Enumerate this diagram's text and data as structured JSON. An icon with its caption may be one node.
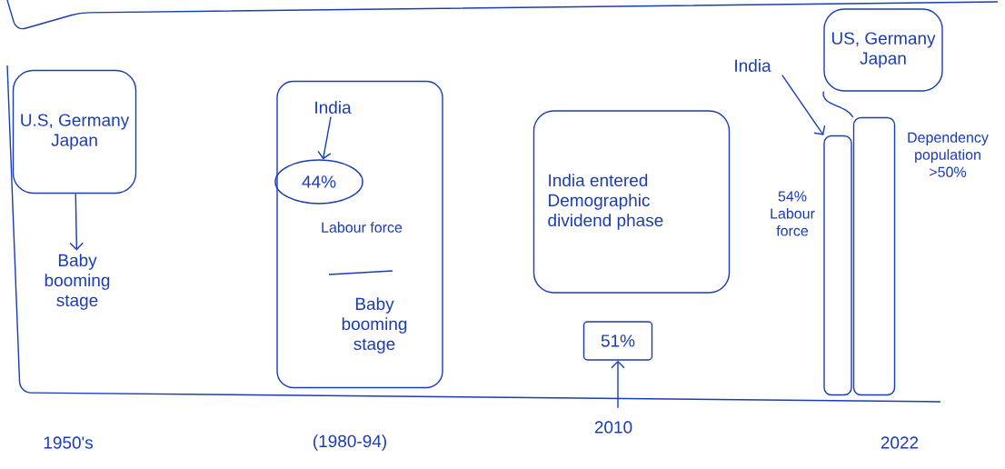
{
  "diagram": {
    "nodes": [
      {
        "text": [
          "U.S, Germany Japan"
        ]
      },
      {
        "text": [
          "Baby booming stage"
        ]
      },
      {
        "text": [],
        "shape": "box"
      },
      {
        "text": [
          "India"
        ],
        "in": 2
      },
      {
        "text": [
          "44%"
        ],
        "in": 2,
        "beside": [
          "Labour force"
        ]
      },
      {
        "text": [
          "India entered Demographic dividend phase"
        ]
      },
      {
        "text": [
          "51%"
        ]
      },
      {
        "text": [
          "India"
        ]
      },
      {
        "text": [],
        "shape": "bar",
        "beside": [
          "54% Labour force"
        ]
      },
      {
        "text": [
          "US, Germany Japan"
        ]
      },
      {
        "text": [],
        "shape": "bar",
        "beside": [
          "Dependency population >50%"
        ]
      }
    ],
    "edges": [
      {
        "from": 0,
        "to": 1,
        "arrow": "to"
      },
      {
        "from": 3,
        "to": 4,
        "arrow": "to"
      },
      {
        "from": null,
        "to": 6,
        "arrow": "to"
      },
      {
        "from": 7,
        "to": 8,
        "arrow": "to"
      },
      {
        "from": 9,
        "to": 10,
        "arrow": "none"
      }
    ],
    "labels": [
      "Baby booming stage",
      "1950's",
      "(1980-94)",
      "2010",
      "2022"
    ]
  }
}
